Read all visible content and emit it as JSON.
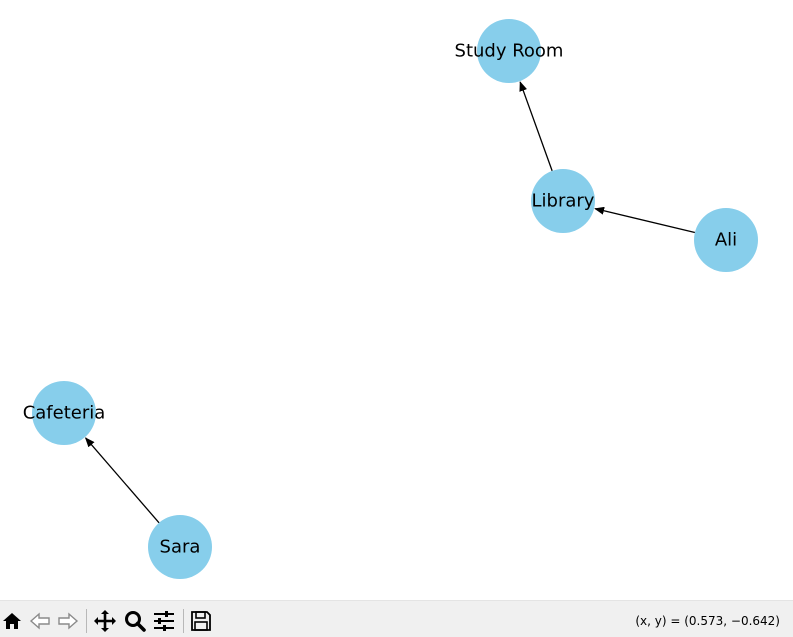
{
  "graph": {
    "node_color": "#87CEEB",
    "edge_color": "#000000",
    "nodes": [
      {
        "id": "study_room",
        "label": "Study Room"
      },
      {
        "id": "library",
        "label": "Library"
      },
      {
        "id": "ali",
        "label": "Ali"
      },
      {
        "id": "cafeteria",
        "label": "Cafeteria"
      },
      {
        "id": "sara",
        "label": "Sara"
      }
    ],
    "edges": [
      {
        "from": "library",
        "to": "study_room"
      },
      {
        "from": "ali",
        "to": "library"
      },
      {
        "from": "sara",
        "to": "cafeteria"
      }
    ]
  },
  "toolbar": {
    "tools": [
      {
        "name": "home-icon"
      },
      {
        "name": "back-icon"
      },
      {
        "name": "forward-icon"
      },
      {
        "name": "pan-icon"
      },
      {
        "name": "zoom-icon"
      },
      {
        "name": "configure-subplots-icon"
      },
      {
        "name": "save-icon"
      }
    ],
    "coords": "(x, y) = (0.573, −0.642)"
  }
}
